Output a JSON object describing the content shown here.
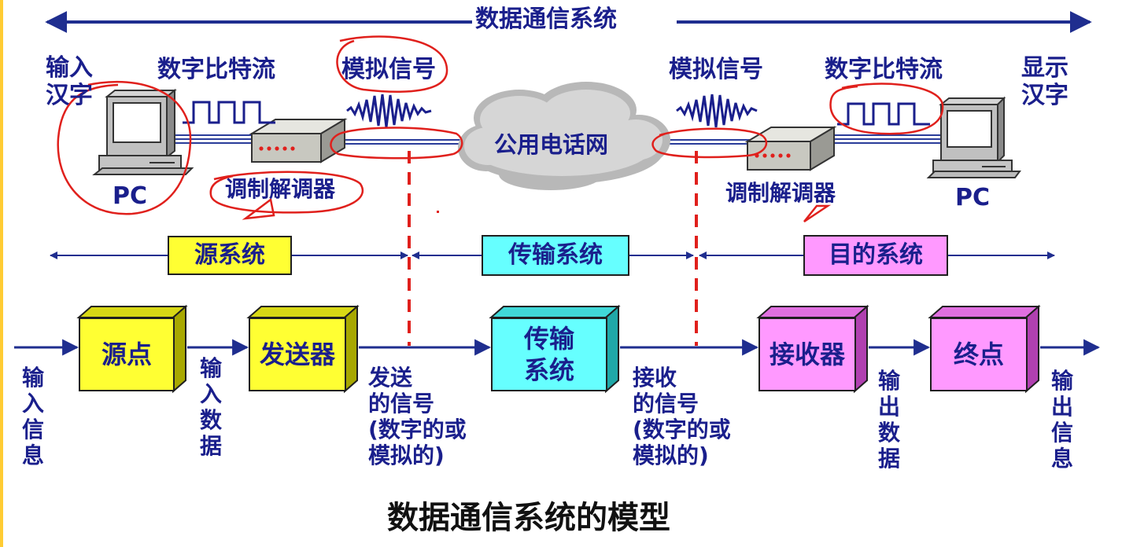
{
  "header": {
    "system_label": "数据通信系统"
  },
  "top_scene": {
    "left_input_label": "输入\n汉字",
    "left_digital_label": "数字比特流",
    "left_analog_label": "模拟信号",
    "left_pc_label": "PC",
    "left_modem_label": "调制解调器",
    "network_label": "公用电话网",
    "right_analog_label": "模拟信号",
    "right_digital_label": "数字比特流",
    "right_output_label": "显示\n汉字",
    "right_modem_label": "调制解调器",
    "right_pc_label": "PC"
  },
  "subsystems": [
    {
      "label": "源系统",
      "color": "#ffff33"
    },
    {
      "label": "传输系统",
      "color": "#66ffff"
    },
    {
      "label": "目的系统",
      "color": "#ff99ff"
    }
  ],
  "model_blocks": [
    {
      "label": "源点",
      "color": "#ffff33"
    },
    {
      "label": "发送器",
      "color": "#ffff33"
    },
    {
      "label": "传输\n系统",
      "color": "#66ffff"
    },
    {
      "label": "接收器",
      "color": "#ff99ff"
    },
    {
      "label": "终点",
      "color": "#ff99ff"
    }
  ],
  "flow_labels": {
    "input_info": "输入信息",
    "input_data": "输入数据",
    "sent_signal": "发送\n的信号\n(数字的或\n模拟的)",
    "received_signal": "接收\n的信号\n(数字的或\n模拟的)",
    "output_data": "输出数据",
    "output_info": "输出信息"
  },
  "caption": "数据通信系统的模型",
  "colors": {
    "text": "#1a1f8c",
    "line": "#1f2e8f",
    "divider": "#e0201c",
    "annotation": "#e0201c"
  }
}
